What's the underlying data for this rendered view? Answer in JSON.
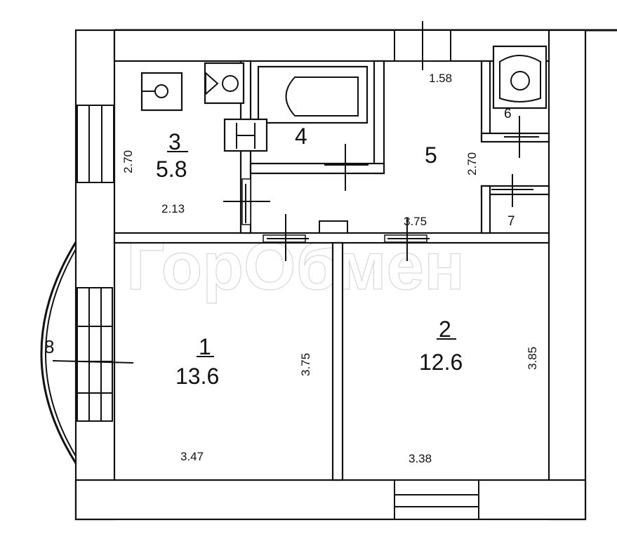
{
  "watermark": "ГорОбмен",
  "rooms": [
    {
      "id": "room-1",
      "number": "1",
      "area": "13.6"
    },
    {
      "id": "room-2",
      "number": "2",
      "area": "12.6"
    },
    {
      "id": "room-3",
      "number": "3",
      "area": "5.8"
    },
    {
      "id": "room-4",
      "number": "4"
    },
    {
      "id": "room-5",
      "number": "5"
    },
    {
      "id": "room-6",
      "number": "6"
    },
    {
      "id": "room-7",
      "number": "7"
    },
    {
      "id": "room-8",
      "number": "8"
    }
  ],
  "dimensions": {
    "room3_height": "2.70",
    "room3_width": "2.13",
    "room5_top": "1.58",
    "room5_height": "2.70",
    "room5_bottom": "3.75",
    "room1_height": "3.75",
    "room1_width": "3.47",
    "room2_height": "3.85",
    "room2_width": "3.38"
  }
}
